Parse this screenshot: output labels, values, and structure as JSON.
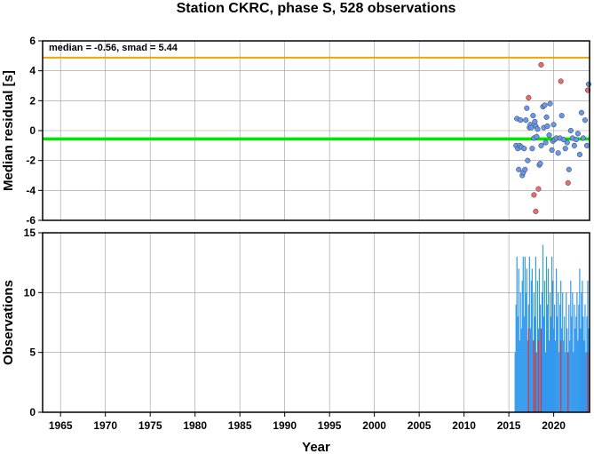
{
  "chart_data": [
    {
      "type": "scatter",
      "title": "Station CKRC, phase S, 528 observations",
      "xlabel": "",
      "ylabel": "Median residual [s]",
      "xlim": [
        1963,
        2024
      ],
      "ylim": [
        -6,
        6
      ],
      "yticks": [
        -6,
        -4,
        -2,
        0,
        2,
        4,
        6
      ],
      "grid": true,
      "annotation": "median = -0.56, smad = 5.44",
      "median_line": -0.56,
      "upper_line": 4.88,
      "colors": {
        "median_line": "#00e600",
        "upper_line": "#f0a500",
        "point": "#6699ee",
        "outlier": "#f06a6a"
      },
      "series": [
        {
          "x": [
            2015.8,
            2015.9,
            2016.0,
            2016.1,
            2016.2,
            2016.3,
            2016.4,
            2016.5,
            2016.6,
            2016.7,
            2016.8,
            2016.9,
            2017.0,
            2017.1,
            2017.3,
            2017.4,
            2017.5,
            2017.6,
            2017.7,
            2017.8,
            2017.9,
            2018.0,
            2018.1,
            2018.2,
            2018.4,
            2018.5,
            2018.6,
            2018.8,
            2018.9,
            2019.0,
            2019.1,
            2019.2,
            2019.3,
            2019.5,
            2019.6,
            2019.8,
            2019.9,
            2020.0,
            2020.1,
            2020.3,
            2020.5,
            2020.7,
            2020.9,
            2021.1,
            2021.3,
            2021.5,
            2021.7,
            2021.9,
            2022.1,
            2022.3,
            2022.5,
            2022.7,
            2022.9,
            2023.1,
            2023.3,
            2023.5,
            2023.7,
            2023.9
          ],
          "y": [
            -1.0,
            0.8,
            -1.2,
            -2.6,
            -1.0,
            0.7,
            -1.1,
            -3.0,
            -2.8,
            -1.2,
            -2.6,
            0.7,
            1.5,
            -2.0,
            0.2,
            0.4,
            0.2,
            -1.2,
            1.0,
            -0.5,
            0.6,
            0.3,
            -0.4,
            0.1,
            -2.3,
            -2.2,
            -1.0,
            1.6,
            0.2,
            1.7,
            -0.8,
            0.9,
            0.3,
            -0.3,
            1.8,
            -1.3,
            -0.7,
            0.4,
            -0.6,
            -0.5,
            -1.5,
            -0.5,
            1.0,
            -0.6,
            -1.2,
            -0.8,
            -2.6,
            0.0,
            -0.5,
            -1.0,
            -0.6,
            -0.2,
            -1.6,
            1.2,
            -0.5,
            0.7,
            -1.0,
            3.1
          ]
        },
        {
          "x": [
            2017.2,
            2017.8,
            2018.0,
            2018.3,
            2018.6,
            2020.8,
            2021.6,
            2023.8
          ],
          "y": [
            2.2,
            -4.3,
            -5.4,
            -3.9,
            4.4,
            3.3,
            -3.5,
            2.7
          ]
        }
      ]
    },
    {
      "type": "bar",
      "xlabel": "Year",
      "ylabel": "Observations",
      "xlim": [
        1963,
        2024
      ],
      "ylim": [
        0,
        15
      ],
      "yticks": [
        0,
        5,
        10,
        15
      ],
      "xticks": [
        1965,
        1970,
        1975,
        1980,
        1985,
        1990,
        1995,
        2000,
        2005,
        2010,
        2015,
        2020
      ],
      "grid": true,
      "colors": {
        "bar": "#3399ee",
        "outlier_bar": "#e03333"
      },
      "series": [
        {
          "x": [
            2015.7,
            2015.8,
            2015.9,
            2016.0,
            2016.1,
            2016.2,
            2016.3,
            2016.4,
            2016.5,
            2016.6,
            2016.7,
            2016.8,
            2016.9,
            2017.0,
            2017.1,
            2017.2,
            2017.3,
            2017.4,
            2017.5,
            2017.6,
            2017.7,
            2017.8,
            2017.9,
            2018.0,
            2018.1,
            2018.2,
            2018.3,
            2018.4,
            2018.5,
            2018.6,
            2018.7,
            2018.8,
            2018.9,
            2019.0,
            2019.1,
            2019.2,
            2019.3,
            2019.4,
            2019.5,
            2019.6,
            2019.7,
            2019.8,
            2019.9,
            2020.0,
            2020.1,
            2020.2,
            2020.3,
            2020.4,
            2020.5,
            2020.6,
            2020.7,
            2020.8,
            2020.9,
            2021.0,
            2021.1,
            2021.2,
            2021.3,
            2021.4,
            2021.5,
            2021.6,
            2021.7,
            2021.8,
            2021.9,
            2022.0,
            2022.1,
            2022.2,
            2022.3,
            2022.4,
            2022.5,
            2022.6,
            2022.7,
            2022.8,
            2022.9,
            2023.0,
            2023.1,
            2023.2,
            2023.3,
            2023.4,
            2023.5,
            2023.6,
            2023.7,
            2023.8,
            2023.9
          ],
          "values": [
            5,
            9,
            13,
            8,
            12,
            6,
            10,
            7,
            11,
            13,
            8,
            13,
            10,
            12,
            6,
            9,
            13,
            7,
            11,
            12,
            6,
            10,
            8,
            13,
            5,
            11,
            7,
            12,
            9,
            6,
            10,
            14,
            8,
            11,
            5,
            13,
            9,
            12,
            6,
            10,
            8,
            13,
            11,
            7,
            9,
            6,
            12,
            8,
            10,
            5,
            9,
            11,
            7,
            10,
            6,
            8,
            5,
            10,
            7,
            5,
            9,
            6,
            11,
            8,
            10,
            5,
            9,
            7,
            8,
            10,
            6,
            9,
            12,
            7,
            10,
            11,
            8,
            6,
            9,
            5,
            8,
            11,
            7
          ]
        },
        {
          "x": [
            2017.2,
            2017.8,
            2018.0,
            2018.3,
            2018.6,
            2020.8,
            2021.6,
            2023.8
          ],
          "values": [
            7,
            6,
            5,
            6,
            7,
            6,
            5,
            5
          ]
        }
      ]
    }
  ]
}
